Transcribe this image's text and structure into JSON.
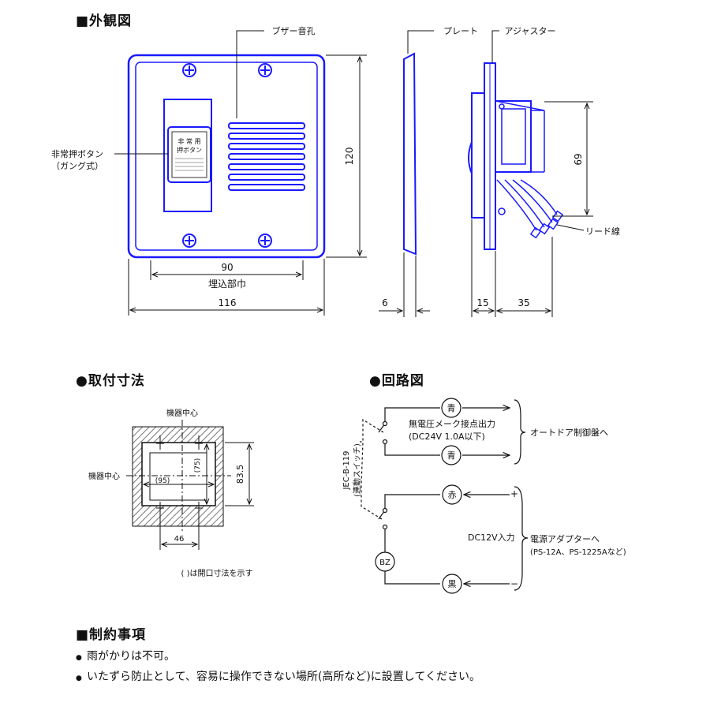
{
  "sections": {
    "appearance": "■外観図",
    "mounting": "●取付寸法",
    "circuit": "●回路図",
    "restrictions": "■制約事項"
  },
  "appearance": {
    "buzzer_holes": "ブザー音孔",
    "plate": "プレート",
    "adjuster": "アジャスター",
    "emergency_button_l1": "非常押ボタン",
    "emergency_button_l2": "（ガング式）",
    "button_face_l1": "非 常 用",
    "button_face_l2": "押ボタン",
    "dim_120": "120",
    "dim_90": "90",
    "embed_width": "埋込部巾",
    "dim_116": "116",
    "dim_6": "6",
    "dim_15": "15",
    "dim_35": "35",
    "dim_69": "69",
    "lead_wire": "リード線"
  },
  "mounting": {
    "device_center_top": "機器中心",
    "device_center_left": "機器中心",
    "dim_95": "(95)",
    "dim_75": "(75)",
    "dim_83_5": "83.5",
    "dim_46": "46",
    "note": "( )は開口寸法を示す"
  },
  "circuit": {
    "blue_top": "青",
    "blue_bottom": "青",
    "red": "赤",
    "black": "黒",
    "bz": "BZ",
    "contact_l1": "無電圧メーク接点出力",
    "contact_l2": "(DC24V 1.0A以下)",
    "to_door": "オートドア制御盤へ",
    "switch_l1": "JEC-B-119",
    "switch_l2": "(連動スイッチ)",
    "dc12v": "DC12V入力",
    "to_adapter_l1": "電源アダプターへ",
    "to_adapter_l2": "(PS-12A、PS-1225Aなど)",
    "plus": "+",
    "minus": "−"
  },
  "restrictions": [
    "雨がかりは不可。",
    "いたずら防止として、容易に操作できない場所(高所など)に設置してください。"
  ],
  "bullet_symbol": "●",
  "colors": {
    "outline": "#1a1aff",
    "ink": "#111111"
  }
}
